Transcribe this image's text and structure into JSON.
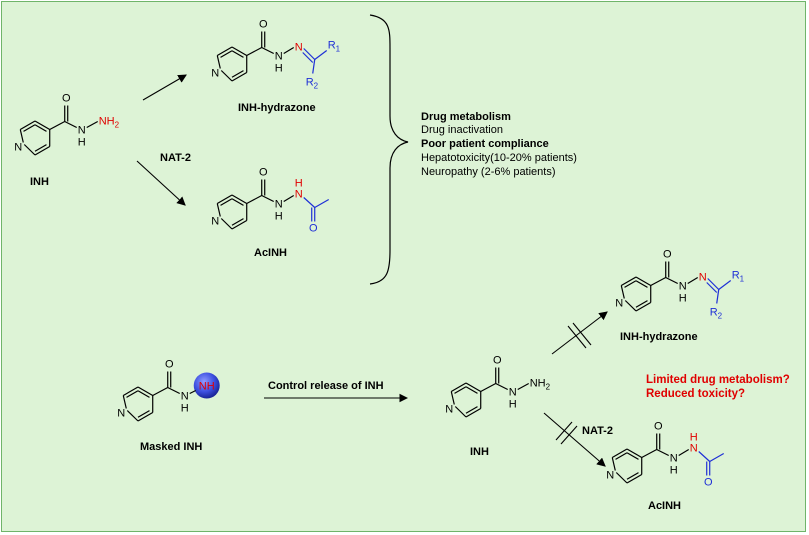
{
  "top": {
    "inh_label": "INH",
    "hydrazone_label": "INH-hydrazone",
    "acinh_label": "AcINH",
    "nat2_label": "NAT-2",
    "effects": {
      "line1": "Drug metabolism",
      "line2": "Drug inactivation",
      "line3": "Poor patient compliance",
      "line4": "Hepatotoxicity(10-20% patients)",
      "line5": "Neuropathy (2-6% patients)"
    }
  },
  "bottom": {
    "masked_label": "Masked INH",
    "release_label": "Control release of INH",
    "inh_label": "INH",
    "hydrazone_label": "INH-hydrazone",
    "acinh_label": "AcINH",
    "nat2_label": "NAT-2",
    "question1": "Limited drug metabolism?",
    "question2": "Reduced toxicity?"
  },
  "atoms": {
    "N": "N",
    "O": "O",
    "H": "H",
    "NH": "NH",
    "NH2": "NH2",
    "R1": "R1",
    "R2": "R2"
  },
  "colors": {
    "background": "#ddf3d6",
    "border": "#6fb46a",
    "nitrogen_red": "#e00000",
    "substituent_blue": "#1e2fd6",
    "mask_sphere": "#3d4fe0"
  }
}
